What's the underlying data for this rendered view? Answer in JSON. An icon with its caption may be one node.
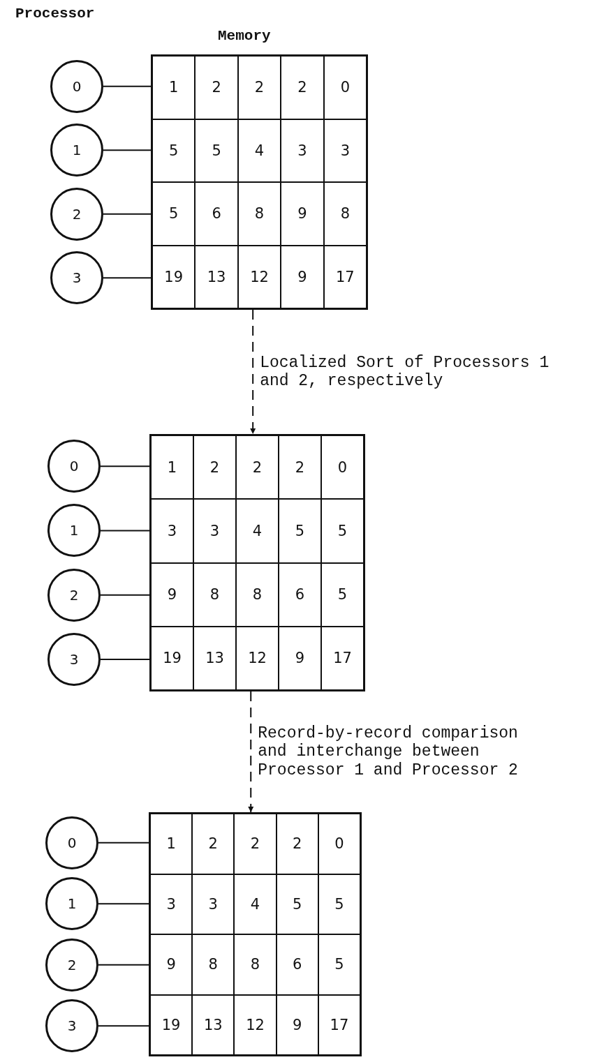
{
  "diagram": {
    "nodes": [
      {
        "text": [],
        "shape": "box"
      },
      {
        "text": [
          "0"
        ]
      },
      {
        "text": [
          "1",
          "2",
          "2",
          "2",
          "0"
        ],
        "in": 0
      },
      {
        "text": [
          "1"
        ]
      },
      {
        "text": [
          "5",
          "5",
          "4",
          "3",
          "3"
        ],
        "in": 0
      },
      {
        "text": [
          "2"
        ]
      },
      {
        "text": [
          "5",
          "6",
          "8",
          "9",
          "8"
        ],
        "in": 0
      },
      {
        "text": [
          "3"
        ]
      },
      {
        "text": [
          "19",
          "13",
          "12",
          "9",
          "17"
        ],
        "in": 0
      },
      {
        "text": [],
        "shape": "box"
      },
      {
        "text": [
          "0"
        ]
      },
      {
        "text": [
          "1",
          "2",
          "2",
          "2",
          "0"
        ],
        "in": 9
      },
      {
        "text": [
          "1"
        ]
      },
      {
        "text": [
          "3",
          "3",
          "4",
          "5",
          "5"
        ],
        "in": 9
      },
      {
        "text": [
          "2"
        ]
      },
      {
        "text": [
          "9",
          "8",
          "8",
          "6",
          "5"
        ],
        "in": 9
      },
      {
        "text": [
          "3"
        ]
      },
      {
        "text": [
          "19",
          "13",
          "12",
          "9",
          "17"
        ],
        "in": 9
      },
      {
        "text": [],
        "shape": "box"
      },
      {
        "text": [
          "0"
        ]
      },
      {
        "text": [
          "1",
          "2",
          "2",
          "2",
          "0"
        ],
        "in": 18
      },
      {
        "text": [
          "1"
        ]
      },
      {
        "text": [
          "3",
          "3",
          "4",
          "5",
          "5"
        ],
        "in": 18
      },
      {
        "text": [
          "2"
        ]
      },
      {
        "text": [
          "9",
          "8",
          "8",
          "6",
          "5"
        ],
        "in": 18
      },
      {
        "text": [
          "3"
        ]
      },
      {
        "text": [
          "19",
          "13",
          "12",
          "9",
          "17"
        ],
        "in": 18
      }
    ],
    "edges": [
      {
        "from": 1,
        "to": 2,
        "arrow": "none"
      },
      {
        "from": 3,
        "to": 4,
        "arrow": "none"
      },
      {
        "from": 5,
        "to": 6,
        "arrow": "none"
      },
      {
        "from": 7,
        "to": 8,
        "arrow": "none"
      },
      {
        "from": 0,
        "to": 9,
        "arrow": "to",
        "style": "dashed",
        "label": "Localized Sort of Processors 1 and 2, respectively"
      },
      {
        "from": 10,
        "to": 11,
        "arrow": "none"
      },
      {
        "from": 12,
        "to": 13,
        "arrow": "none"
      },
      {
        "from": 14,
        "to": 15,
        "arrow": "none"
      },
      {
        "from": 16,
        "to": 17,
        "arrow": "none"
      },
      {
        "from": 9,
        "to": 18,
        "arrow": "to",
        "style": "dashed",
        "label": "Record-by-record comparison and interchange between Processor 1 and Processor 2"
      },
      {
        "from": 19,
        "to": 20,
        "arrow": "none"
      },
      {
        "from": 21,
        "to": 22,
        "arrow": "none"
      },
      {
        "from": 23,
        "to": 24,
        "arrow": "none"
      },
      {
        "from": 25,
        "to": 26,
        "arrow": "none"
      }
    ],
    "labels": [
      "Processor",
      "Memory"
    ]
  }
}
